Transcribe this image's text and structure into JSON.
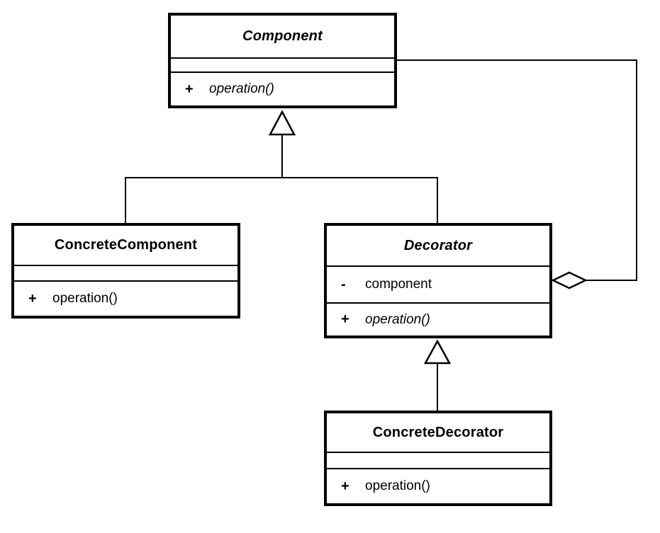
{
  "diagram": {
    "kind": "uml-class-diagram",
    "pattern": "Decorator",
    "colors": {
      "background": "#ffffff",
      "line": "#000000",
      "box_fill": "#ffffff",
      "text": "#000000"
    },
    "classes": [
      {
        "id": "component",
        "name": "Component",
        "abstract": true,
        "attributes": [],
        "operations": [
          {
            "visibility": "+",
            "signature": "operation()",
            "abstract": true
          }
        ]
      },
      {
        "id": "concrete-component",
        "name": "ConcreteComponent",
        "abstract": false,
        "attributes": [],
        "operations": [
          {
            "visibility": "+",
            "signature": "operation()",
            "abstract": false
          }
        ]
      },
      {
        "id": "decorator",
        "name": "Decorator",
        "abstract": true,
        "attributes": [
          {
            "visibility": "-",
            "name": "component"
          }
        ],
        "operations": [
          {
            "visibility": "+",
            "signature": "operation()",
            "abstract": true
          }
        ]
      },
      {
        "id": "concrete-decorator",
        "name": "ConcreteDecorator",
        "abstract": false,
        "attributes": [],
        "operations": [
          {
            "visibility": "+",
            "signature": "operation()",
            "abstract": false
          }
        ]
      }
    ],
    "relationships": [
      {
        "type": "generalization",
        "from": "ConcreteComponent",
        "to": "Component"
      },
      {
        "type": "generalization",
        "from": "Decorator",
        "to": "Component"
      },
      {
        "type": "generalization",
        "from": "ConcreteDecorator",
        "to": "Decorator"
      },
      {
        "type": "aggregation",
        "owner": "Decorator",
        "part": "Component"
      }
    ]
  }
}
